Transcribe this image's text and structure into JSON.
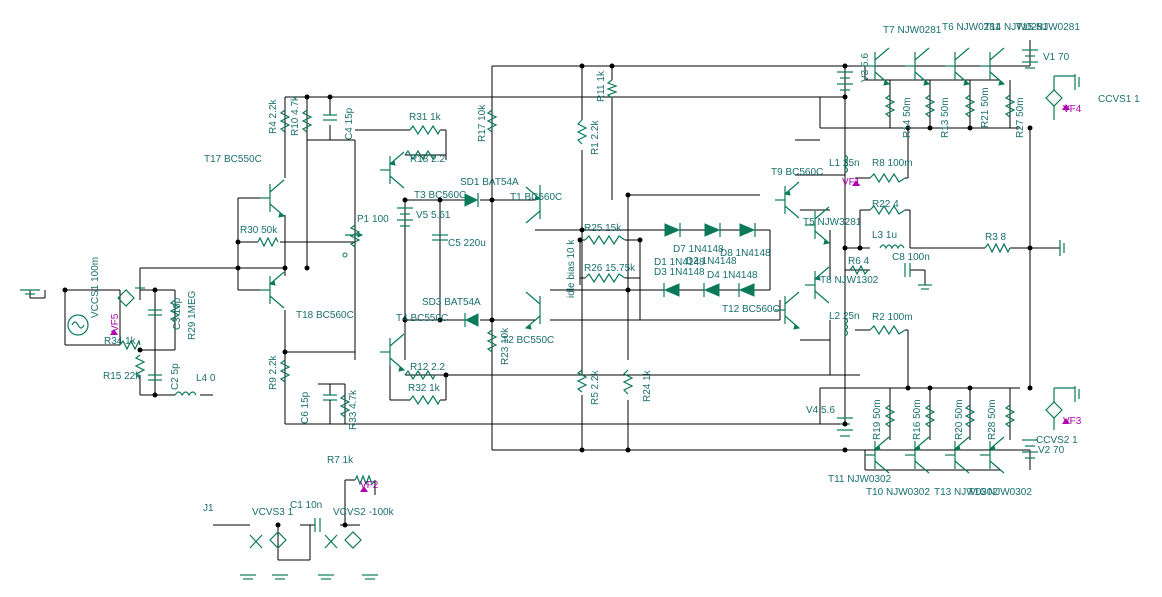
{
  "labels": {
    "t17": "T17 BC550C",
    "t18": "T18 BC560C",
    "r4": "R4 2.2k",
    "r10": "R10 4.7k",
    "c4": "C4 15p",
    "r31": "R31 1k",
    "r18": "R18 2.2",
    "t3": "T3 BC560C",
    "sd1": "SD1 BAT54A",
    "t1": "T1 BC560C",
    "r17": "R17 10k",
    "r11": "R11 1k",
    "r1": "R1 2.2k",
    "r30": "R30 50k",
    "p1": "P1 100",
    "v5": "V5 5.61",
    "c5": "C5 220u",
    "vccs1": "VCCS1 100m",
    "vf5": "VF5",
    "c3": "C3 10p",
    "r29": "R29 1MEG",
    "r34": "R34 1k",
    "r15": "R15 22k",
    "c2": "C2 5p",
    "l4": "L4 0",
    "r9": "R9 2.2k",
    "c6": "C6 15p",
    "r33": "R33 4.7k",
    "r12": "R12 2.2",
    "r32": "R32 1k",
    "t4": "T4 BC550C",
    "sd3": "SD3 BAT54A",
    "r23": "R23 10k",
    "t2": "T2 BC550C",
    "idle_bias": "idle bias 10 k",
    "r25": "R25 15k",
    "r26": "R26 15.75k",
    "r5": "R5 2.2k",
    "r24": "R24 1k",
    "d7": "D7 1N4148",
    "d2": "D2 1N4148",
    "d8": "D8 1N4148",
    "d1": "D1 1N4148",
    "d3": "D3 1N4148",
    "d4": "D4 1N4148",
    "t9": "T9 BC560C",
    "t5": "T5 NJW3281",
    "t8": "T8 NJW1302",
    "t12": "T12 BC560C",
    "l1": "L1 25n",
    "vf1": "VF1",
    "r8": "R8 100m",
    "r22": "R22 4",
    "l3": "L3 1u",
    "r3": "R3 8",
    "r6": "R6 4",
    "c8": "C8 100n",
    "l2": "L2 25n",
    "r2": "R2 100m",
    "t7": "T7 NJW0281",
    "t6": "T6 NJW0281",
    "t14": "T14 NJW0281",
    "t15": "T15 NJW0281",
    "v3": "V3 5.6",
    "r14": "R14 50m",
    "r13": "R13 50m",
    "r21": "R21 50m",
    "r27": "R27 50m",
    "v1": "V1 70",
    "vf4": "VF4",
    "ccvs1": "CCVS1 1",
    "v4": "V4 5.6",
    "r19": "R19 50m",
    "r16": "R16 50m",
    "r20": "R20 50m",
    "r28": "R28 50m",
    "t11": "T11 NJW0302",
    "t10": "T10 NJW0302",
    "t13": "T13 NJW0302",
    "t16": "T16 NJW0302",
    "vf3": "VF3",
    "ccvs2": "CCVS2 1",
    "v2": "V2 70",
    "r7": "R7 1k",
    "vf2": "VF2",
    "j1": "J1",
    "vcvs3": "VCVS3 1",
    "c1": "C1 10n",
    "vcvs2": "VCVS2 -100k"
  }
}
